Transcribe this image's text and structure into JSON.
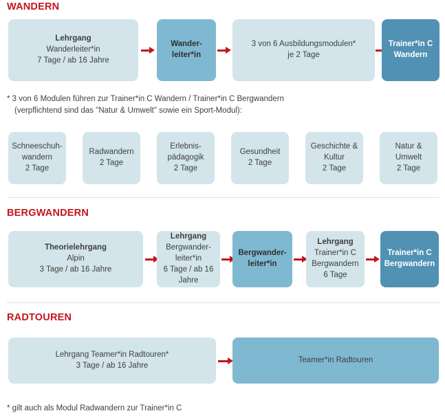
{
  "colors": {
    "heading_red": "#c3161c",
    "arrow_red": "#c3161c",
    "box_light": "#d3e5ea",
    "box_mid": "#7fb9d1",
    "box_dark": "#5191b4",
    "divider": "#d3e5ea",
    "text": "#3f3f3f"
  },
  "sections": {
    "wandern": {
      "heading": "WANDERN",
      "flow": [
        {
          "lines": [
            "Lehrgang",
            "Wanderleiter*in",
            "7 Tage / ab 16 Jahre"
          ]
        },
        {
          "lines": [
            "Wander-",
            "leiter*in"
          ]
        },
        {
          "lines": [
            "3 von 6 Ausbildungsmodulen*",
            "je 2 Tage"
          ]
        },
        {
          "lines": [
            "Trainer*in C",
            "Wandern"
          ]
        }
      ],
      "note": {
        "line1": "* 3 von 6 Modulen führen zur Trainer*in C Wandern / Trainer*in C Bergwandern",
        "line2": "(verpflichtend sind das \"Natur & Umwelt\" sowie ein Sport-Modul):"
      },
      "modules": [
        {
          "lines": [
            "Schneeschuh-",
            "wandern",
            "2 Tage"
          ]
        },
        {
          "lines": [
            "Radwandern",
            "2 Tage"
          ]
        },
        {
          "lines": [
            "Erlebnis-",
            "pädagogik",
            "2 Tage"
          ]
        },
        {
          "lines": [
            "Gesundheit",
            "2 Tage"
          ]
        },
        {
          "lines": [
            "Geschichte &",
            "Kultur",
            "2 Tage"
          ]
        },
        {
          "lines": [
            "Natur &",
            "Umwelt",
            "2 Tage"
          ]
        }
      ]
    },
    "bergwandern": {
      "heading": "BERGWANDERN",
      "flow": [
        {
          "lines": [
            "Theorielehrgang",
            "Alpin",
            "3 Tage / ab 16 Jahre"
          ]
        },
        {
          "lines": [
            "Lehrgang",
            "Bergwander-",
            "leiter*in",
            "6 Tage / ab 16",
            "Jahre"
          ]
        },
        {
          "lines": [
            "Bergwander-",
            "leiter*in"
          ]
        },
        {
          "lines": [
            "Lehrgang",
            "Trainer*in C",
            "Bergwandern",
            "6 Tage"
          ]
        },
        {
          "lines": [
            "Trainer*in C",
            "Bergwandern"
          ]
        }
      ]
    },
    "radtouren": {
      "heading": "RADTOUREN",
      "flow": [
        {
          "lines": [
            "Lehrgang Teamer*in Radtouren*",
            "3 Tage / ab 16 Jahre"
          ]
        },
        {
          "lines": [
            "Teamer*in Radtouren"
          ]
        }
      ],
      "note": "* gilt auch als Modul Radwandern zur Trainer*in C"
    }
  }
}
